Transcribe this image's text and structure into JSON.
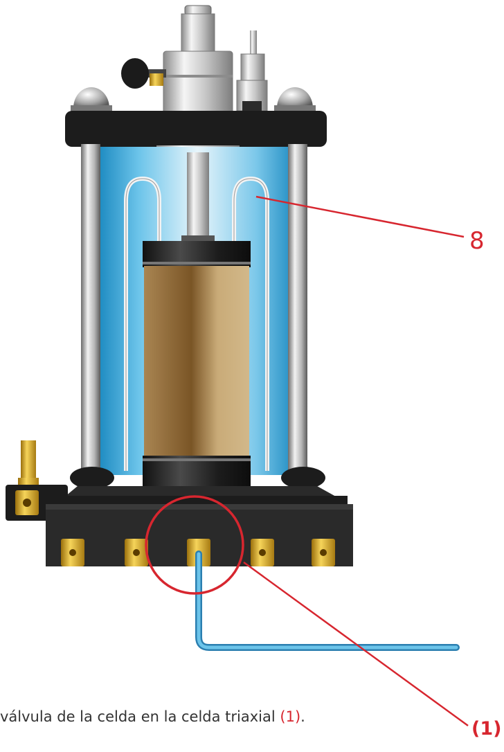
{
  "callouts": {
    "label_8": "8",
    "label_1": "(1)"
  },
  "caption": {
    "text": "válvula de la celda en la celda triaxial",
    "ref": "(1)",
    "end": "."
  },
  "colors": {
    "callout": "#d7262f",
    "water": "#2b9fd4",
    "soil": "#a9824b",
    "frame": "#1c1c1c",
    "brass": "#d9a81e"
  }
}
